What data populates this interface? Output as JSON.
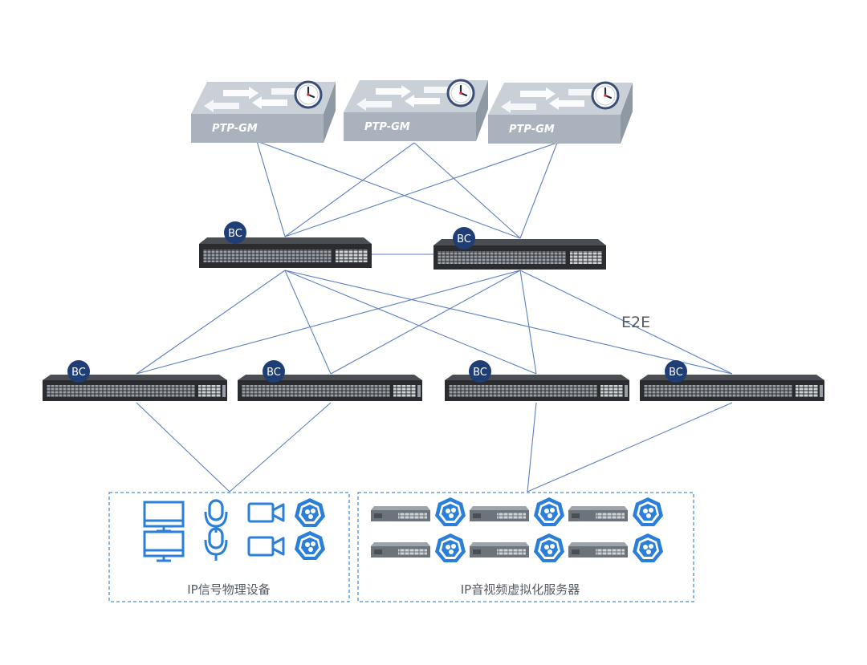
{
  "gm_label": "PTP-GM",
  "bc_label": "BC",
  "e2e_label": "E2E",
  "groups": {
    "physical_devices": "IP信号物理设备",
    "virtual_servers": "IP音视频虚拟化服务器"
  },
  "colors": {
    "link": "#5b7fc0",
    "bc_badge": "#1f3e75",
    "gm_top": "#c9d0d8",
    "gm_front": "#aab3bd",
    "gm_side": "#8f99a4",
    "switch_body": "#2a2c2f",
    "device_blue": "#2b7fd8",
    "dashed_border": "#4a8fd6",
    "server_gray": "#7a8088"
  },
  "icons": {
    "gm_clock": "clock-icon",
    "monitor": "monitor-icon",
    "microphone": "microphone-icon",
    "camera": "video-camera-icon",
    "kubernetes": "kubernetes-icon",
    "server": "server-icon"
  }
}
